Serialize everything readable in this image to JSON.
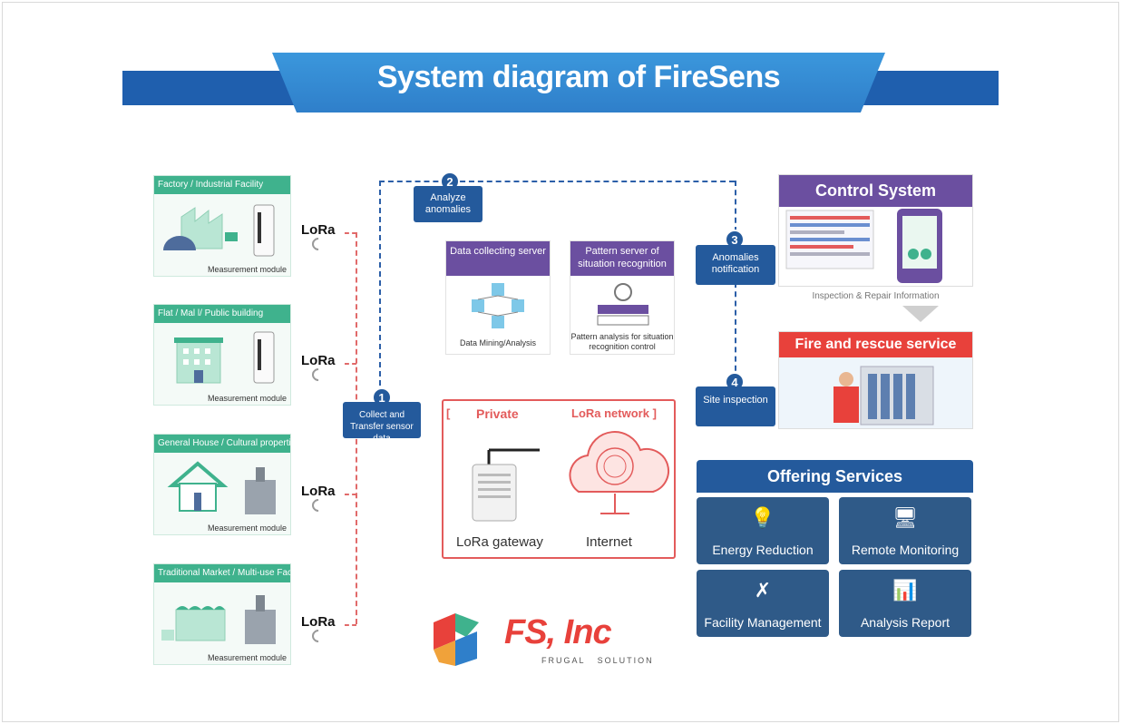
{
  "banner": {
    "title": "System diagram  of FireSens"
  },
  "facilities": [
    {
      "label": "Factory / Industrial Facility",
      "footer": "Measurement module"
    },
    {
      "label": "Flat / Mal l/ Public building",
      "footer": "Measurement module"
    },
    {
      "label": "General House / Cultural properties",
      "footer": "Measurement module"
    },
    {
      "label": "Traditional Market / Multi-use Facility",
      "footer": "Measurement module"
    }
  ],
  "lora_label": "LoRa",
  "steps": {
    "s1": {
      "num": "1",
      "text": "Collect and Transfer sensor data"
    },
    "s2": {
      "num": "2",
      "text": "Analyze anomalies"
    },
    "s3": {
      "num": "3",
      "text": "Anomalies notification"
    },
    "s4": {
      "num": "4",
      "text": "Site inspection"
    }
  },
  "servers": [
    {
      "title": "Data collecting server",
      "caption": "Data Mining/Analysis"
    },
    {
      "title": "Pattern server of situation recognition",
      "caption": "Pattern analysis for situation recognition control"
    }
  ],
  "private_network": {
    "bracket_open": "[",
    "label_private": "Private",
    "label_lora": "LoRa network ]",
    "gateway": "LoRa gateway",
    "internet": "Internet"
  },
  "control_system": {
    "title": "Control System",
    "caption": "Inspection & Repair Information"
  },
  "fire_rescue": {
    "title": "Fire and rescue service"
  },
  "offering": {
    "title": "Offering Services",
    "items": [
      {
        "label": "Energy Reduction",
        "icon": "lightbulb-icon"
      },
      {
        "label": "Remote Monitoring",
        "icon": "monitor-icon"
      },
      {
        "label": "Facility Management",
        "icon": "tools-icon"
      },
      {
        "label": "Analysis Report",
        "icon": "report-icon"
      }
    ]
  },
  "logo": {
    "name": "FS, Inc",
    "tagline": "FRUGAL   SOLUTION"
  },
  "colors": {
    "banner_dark": "#1f5fae",
    "banner_light": "#3b97dc",
    "facility_green": "#3fb28d",
    "step_blue": "#245a9c",
    "server_purple": "#6b4fa0",
    "alert_red": "#e35b5b",
    "service_blue": "#2f5a88"
  }
}
